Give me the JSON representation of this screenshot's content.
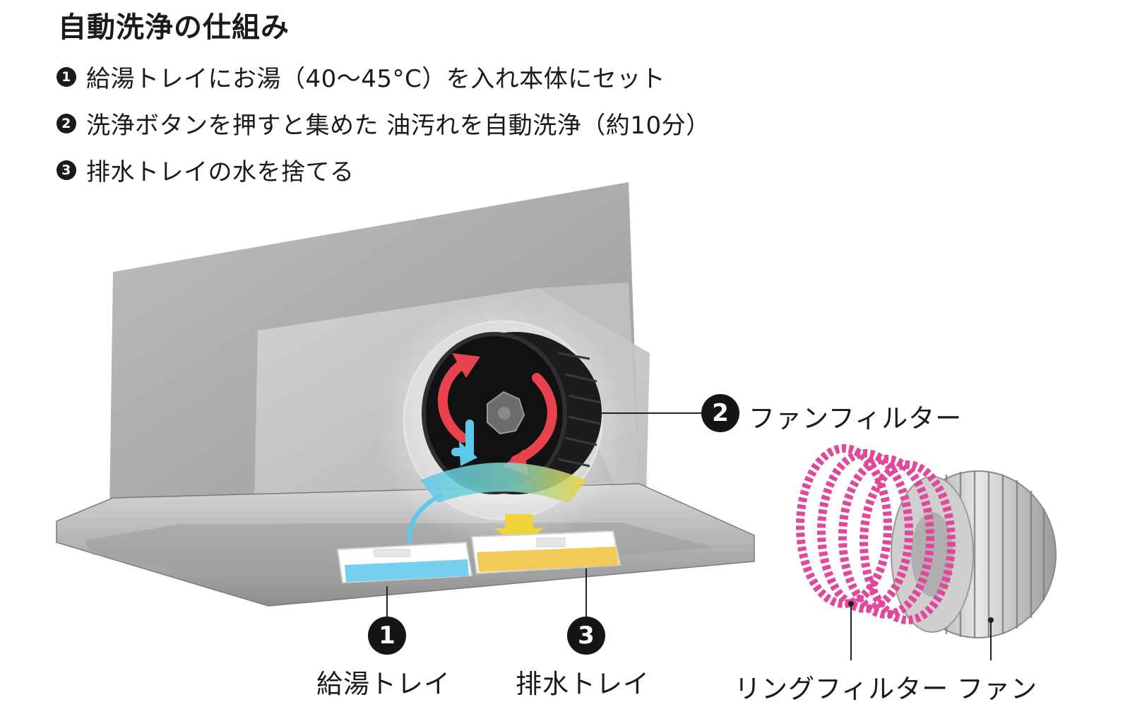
{
  "title": "自動洗浄の仕組み",
  "steps": [
    {
      "num": "1",
      "text": "給湯トレイにお湯（40〜45°C）を入れ本体にセット"
    },
    {
      "num": "2",
      "text": "洗浄ボタンを押すと集めた 油汚れを自動洗浄（約10分）"
    },
    {
      "num": "3",
      "text": "排水トレイの水を捨てる"
    }
  ],
  "callouts": {
    "supply_tray": {
      "num": "1",
      "label": "給湯トレイ"
    },
    "fan_filter": {
      "num": "2",
      "label": "ファンフィルター"
    },
    "drain_tray": {
      "num": "3",
      "label": "排水トレイ"
    },
    "ring_filter": {
      "label": "リングフィルター"
    },
    "fan": {
      "label": "ファン"
    }
  },
  "colors": {
    "water_blue": "#5cc8ea",
    "drain_yellow": "#f0c23a",
    "arrow_red": "#e8424f",
    "ring_pink": "#e0489a",
    "hood_gray": "#a8a8a8"
  }
}
